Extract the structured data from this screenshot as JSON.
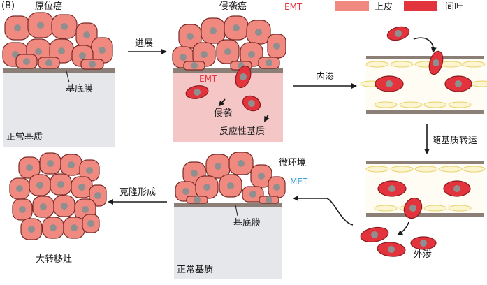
{
  "panel_label": "(B)",
  "legend": {
    "emt": "EMT",
    "epithelial": "上皮",
    "mesenchymal": "间叶"
  },
  "colors": {
    "epithelial_fill": "#f08a80",
    "epithelial_edge": "#7a2a26",
    "mesenchymal_fill": "#e3343e",
    "mesenchymal_edge": "#8a1a1e",
    "nucleus": "#8f8f8f",
    "membrane": "#8c7f78",
    "stroma_normal": "#e6e7ea",
    "stroma_reactive": "#f5c6c6",
    "vessel_cell": "#fbf5d2",
    "vessel_edge": "#e9d16a",
    "emt_text": "#e8323f",
    "met_text": "#3fa3d6"
  },
  "labels": {
    "carcinoma_in_situ": "原位癌",
    "basement_membrane_1": "基底膜",
    "normal_stroma_1": "正常基质",
    "progression": "进展",
    "invasive_carcinoma": "侵袭癌",
    "emt_in_stroma": "EMT",
    "invasion": "侵袭",
    "reactive_stroma": "反应性基质",
    "intravasation": "内渗",
    "transport": "随基质转运",
    "extravasation": "外渗",
    "microenvironment": "微环境",
    "met": "MET",
    "basement_membrane_2": "基底膜",
    "normal_stroma_2": "正常基质",
    "colonization": "克隆形成",
    "macrometastasis": "大转移灶"
  }
}
